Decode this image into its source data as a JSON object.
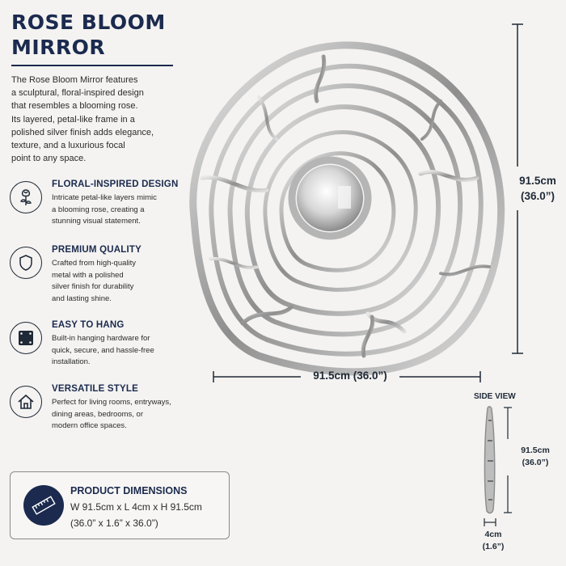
{
  "product": {
    "title_line1": "ROSE BLOOM",
    "title_line2": "MIRROR",
    "description": [
      "The Rose Bloom Mirror features",
      "a sculptural, floral-inspired design",
      "that resembles a blooming rose.",
      "Its layered, petal-like frame in a",
      "polished silver finish adds elegance,",
      "texture, and a luxurious focal",
      "point to any space."
    ]
  },
  "features": [
    {
      "title": "FLORAL-INSPIRED DESIGN",
      "icon": "rose-icon",
      "desc": [
        "Intricate petal-like layers mimic",
        "a blooming rose, creating a",
        "stunning visual statement."
      ]
    },
    {
      "title": "PREMIUM QUALITY",
      "icon": "shield-icon",
      "desc": [
        "Crafted from high-quality",
        "metal with a polished",
        "silver finish for durability",
        "and lasting shine."
      ]
    },
    {
      "title": "EASY TO HANG",
      "icon": "hanging-hardware-icon",
      "desc": [
        "Built-in hanging hardware for",
        "quick, secure, and hassle-free",
        "installation."
      ]
    },
    {
      "title": "VERSATILE STYLE",
      "icon": "house-icon",
      "desc": [
        "Perfect for living rooms, entryways,",
        "dining areas, bedrooms, or",
        "modern office spaces."
      ]
    }
  ],
  "dimensions": {
    "title": "PRODUCT DIMENSIONS",
    "line1": "W 91.5cm x L 4cm x H 91.5cm",
    "line2": "(36.0” x 1.6” x 36.0”)",
    "icon": "ruler-icon",
    "height_cm": "91.5cm",
    "height_in": "(36.0”)",
    "width_label": "91.5cm (36.0”)",
    "side_view_label": "SIDE VIEW",
    "side_height_cm": "91.5cm",
    "side_height_in": "(36.0”)",
    "depth_cm": "4cm",
    "depth_in": "(1.6”)"
  },
  "colors": {
    "navy": "#1b2a4e",
    "silver": "#c9c9c9",
    "background": "#f4f3f1"
  }
}
